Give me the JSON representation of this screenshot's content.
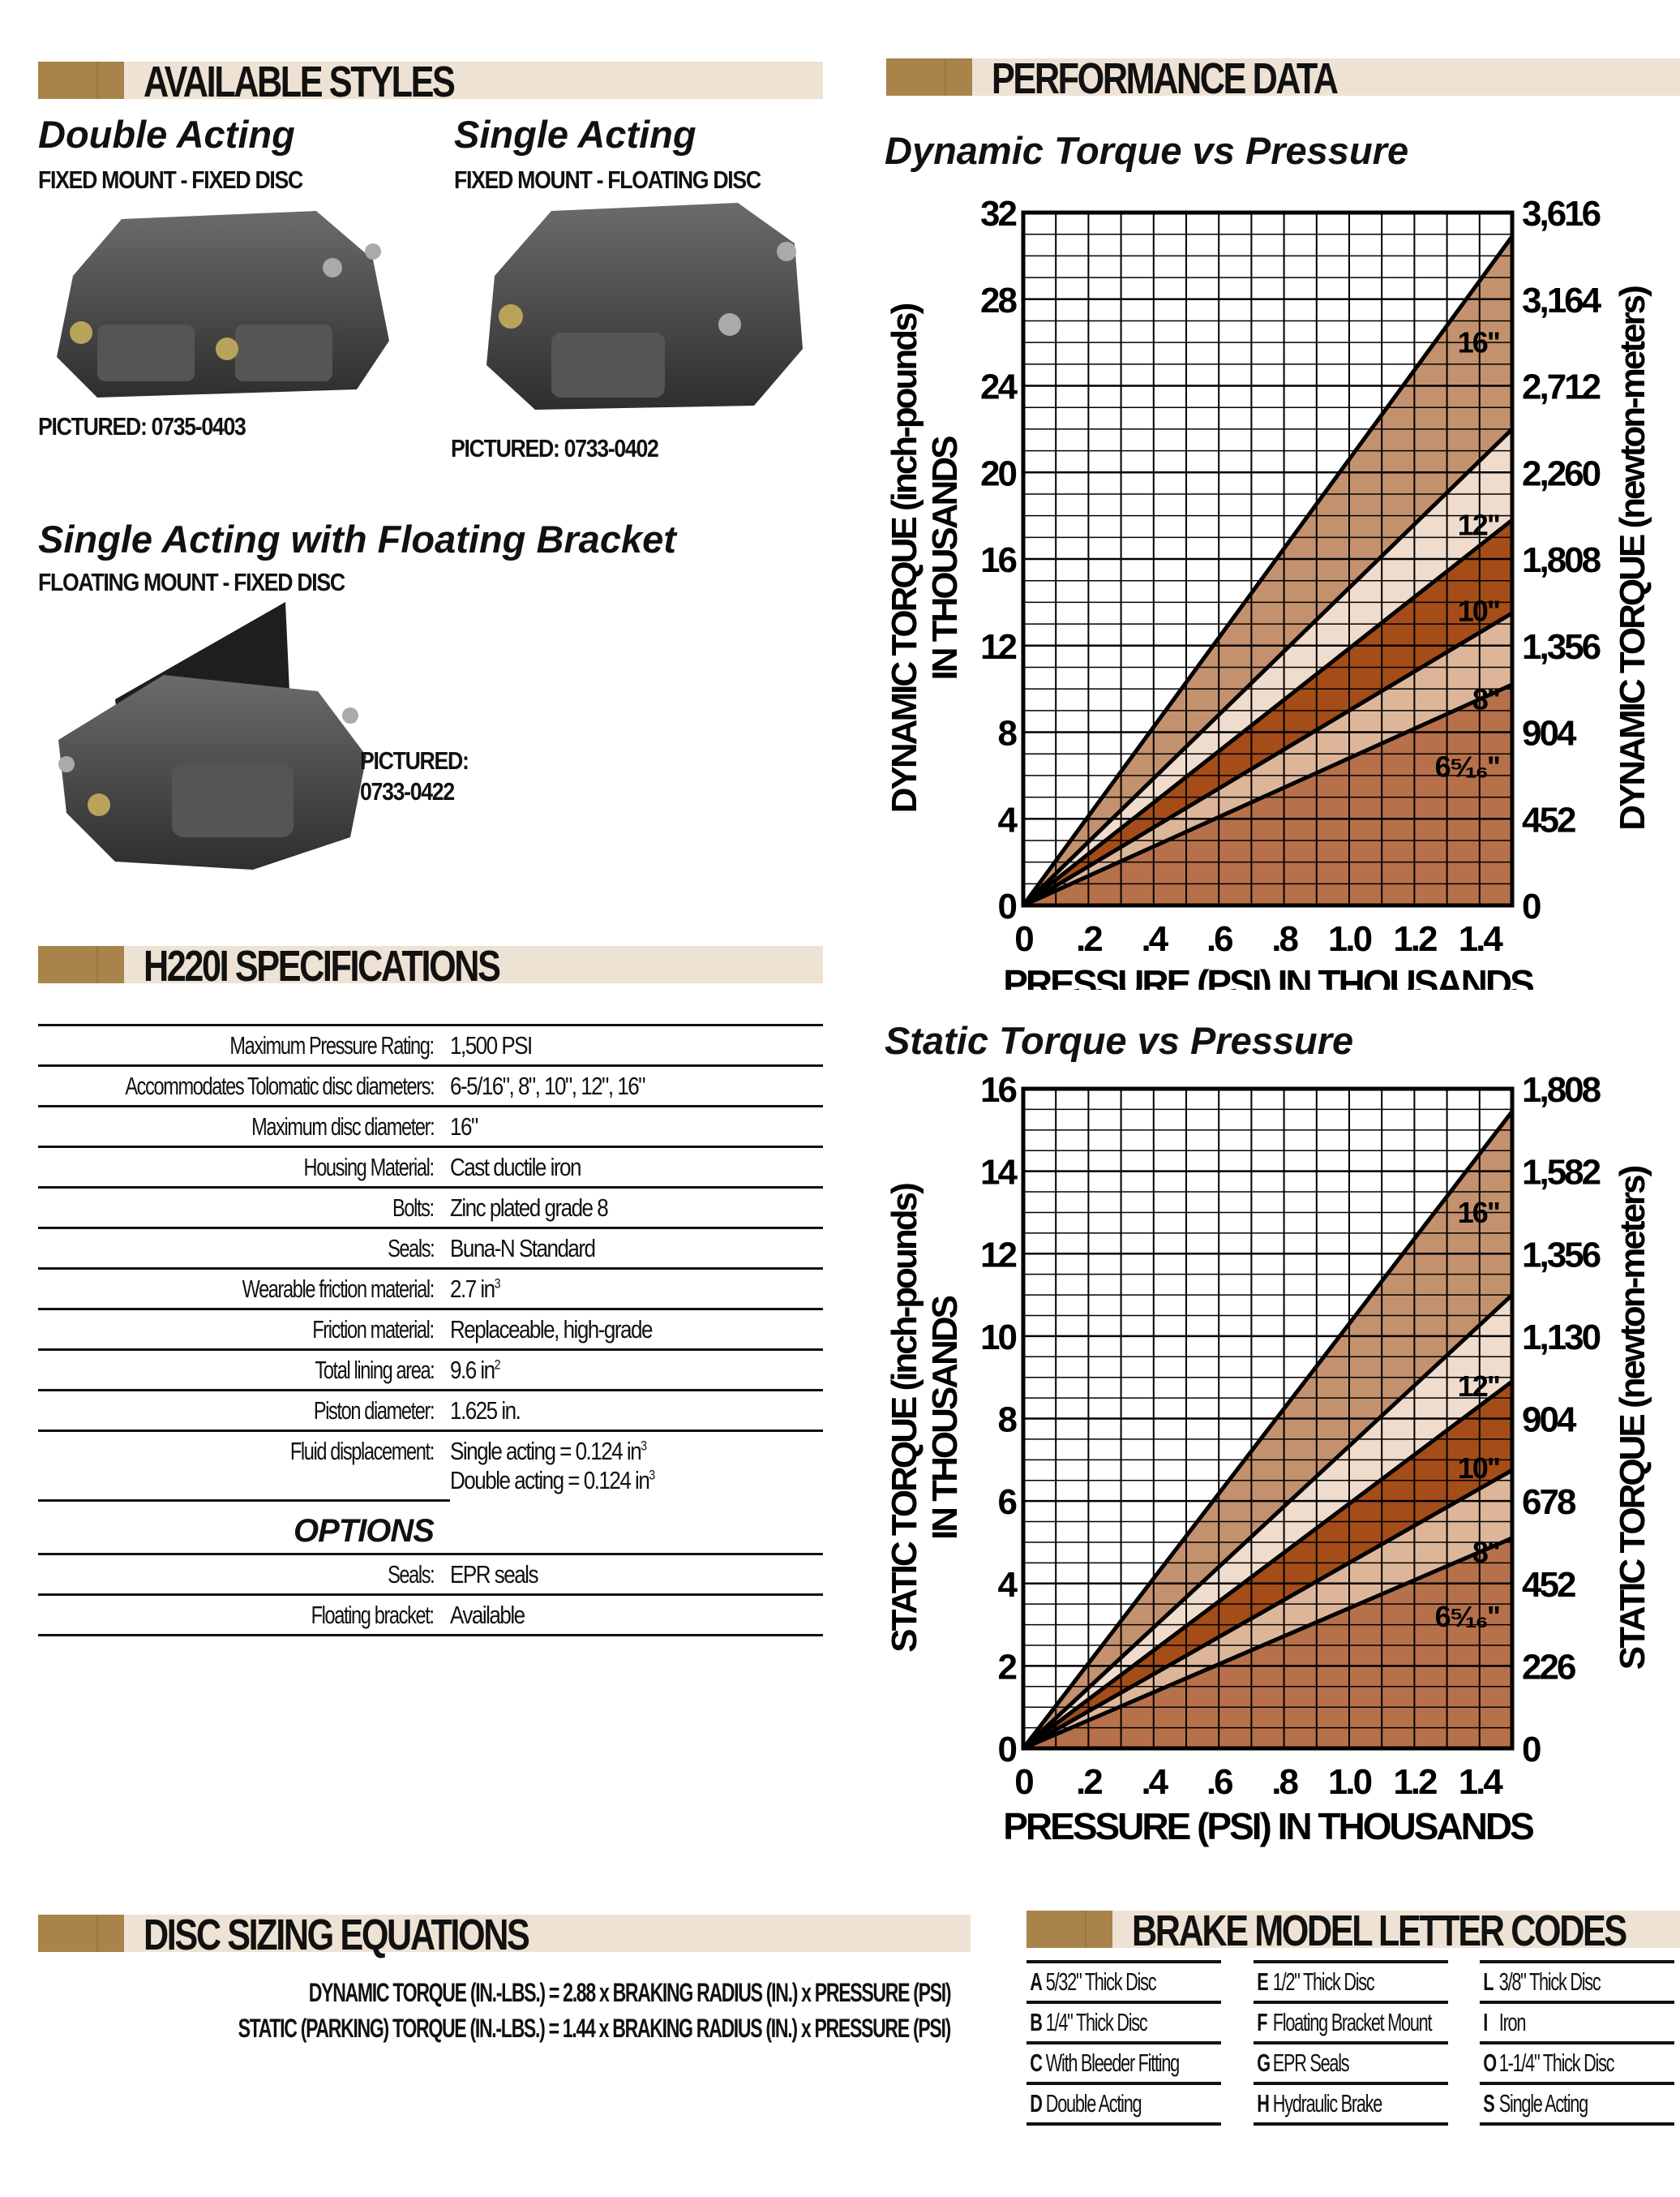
{
  "styles": {
    "header": "AVAILABLE STYLES",
    "items": [
      {
        "title": "Double Acting",
        "subtitle": "FIXED MOUNT - FIXED DISC",
        "pictured": "PICTURED:  0735-0403"
      },
      {
        "title": "Single Acting",
        "subtitle": "FIXED MOUNT - FLOATING DISC",
        "pictured": "PICTURED: 0733-0402"
      },
      {
        "title": "Single Acting with Floating Bracket",
        "subtitle": "FLOATING MOUNT - FIXED DISC",
        "pictured_label": "PICTURED:",
        "pictured_code": "0733-0422"
      }
    ]
  },
  "specs": {
    "header": "H220I SPECIFICATIONS",
    "rows": [
      {
        "label": "Maximum Pressure Rating:",
        "lines": [
          {
            "text": "1,500 PSI"
          }
        ]
      },
      {
        "label": "Accommodates Tolomatic disc diameters:",
        "lines": [
          {
            "text": "6-5/16\",  8\",  10\", 12\", 16\""
          }
        ]
      },
      {
        "label": "Maximum disc diameter:",
        "lines": [
          {
            "text": "16\""
          }
        ]
      },
      {
        "label": "Housing Material:",
        "lines": [
          {
            "text": "Cast ductile iron"
          }
        ]
      },
      {
        "label": "Bolts:",
        "lines": [
          {
            "text": "Zinc plated grade 8"
          }
        ]
      },
      {
        "label": "Seals:",
        "lines": [
          {
            "text": "Buna-N Standard"
          }
        ]
      },
      {
        "label": "Wearable friction material:",
        "lines": [
          {
            "text": "2.7 in",
            "sup": "3"
          }
        ]
      },
      {
        "label": "Friction material:",
        "lines": [
          {
            "text": "Replaceable, high-grade"
          }
        ]
      },
      {
        "label": "Total lining area:",
        "lines": [
          {
            "text": "9.6 in",
            "sup": "2"
          }
        ]
      },
      {
        "label": "Piston diameter:",
        "lines": [
          {
            "text": "1.625 in."
          }
        ]
      },
      {
        "label": "Fluid displacement:",
        "lines": [
          {
            "text": "Single acting = 0.124 in",
            "sup": "3"
          },
          {
            "text": "Double acting = 0.124 in",
            "sup": "3"
          }
        ]
      }
    ],
    "options_title": "OPTIONS",
    "options": [
      {
        "label": "Seals:",
        "lines": [
          {
            "text": "EPR seals"
          }
        ]
      },
      {
        "label": "Floating bracket:",
        "lines": [
          {
            "text": "Available"
          }
        ]
      }
    ]
  },
  "equations": {
    "header": "DISC SIZING EQUATIONS",
    "lines": [
      "DYNAMIC TORQUE (IN.-LBS.) =  2.88 x BRAKING RADIUS (IN.) x PRESSURE (PSI)",
      "STATIC (PARKING) TORQUE (IN.-LBS.) =  1.44 x BRAKING RADIUS (IN.) x PRESSURE (PSI)"
    ]
  },
  "codes": {
    "header": "BRAKE MODEL LETTER CODES",
    "columns": [
      [
        {
          "letter": "A",
          "text": "5/32\" Thick Disc"
        },
        {
          "letter": "B",
          "text": "1/4\" Thick Disc"
        },
        {
          "letter": "C",
          "text": "With Bleeder Fitting"
        },
        {
          "letter": "D",
          "text": "Double Acting"
        }
      ],
      [
        {
          "letter": "E",
          "text": "1/2\" Thick Disc"
        },
        {
          "letter": "F",
          "text": "Floating Bracket Mount"
        },
        {
          "letter": "G",
          "text": "EPR Seals"
        },
        {
          "letter": "H",
          "text": "Hydraulic Brake"
        }
      ],
      [
        {
          "letter": "L",
          "text": "3/8\" Thick Disc"
        },
        {
          "letter": "I",
          "text": "Iron"
        },
        {
          "letter": "O",
          "text": "1-1/4\" Thick Disc"
        },
        {
          "letter": "S",
          "text": "Single Acting"
        }
      ]
    ]
  },
  "performance": {
    "header": "PERFORMANCE DATA"
  },
  "colors": {
    "header_bar": "#ede2d3",
    "header_square": "#a8844a",
    "band_16": "#c4916e",
    "band_12": "#efdccd",
    "band_10": "#a44d18",
    "band_8": "#ddb69a",
    "band_6": "#b7714a"
  },
  "chart_data": [
    {
      "type": "line",
      "title": "Dynamic Torque vs Pressure",
      "xlabel": "PRESSURE (PSI) IN THOUSANDS",
      "ylabel": "DYNAMIC TORQUE (inch-pounds)",
      "ylabel2": "IN THOUSANDS",
      "ylabel_right": "DYNAMIC TORQUE (newton-meters)",
      "xlim": [
        0,
        1.5
      ],
      "ylim": [
        0,
        32
      ],
      "x_ticks": [
        "0",
        ".2",
        ".4",
        ".6",
        ".8",
        "1.0",
        "1.2",
        "1.4"
      ],
      "x_tick_values": [
        0,
        0.2,
        0.4,
        0.6,
        0.8,
        1.0,
        1.2,
        1.4
      ],
      "y_ticks": [
        "0",
        "4",
        "8",
        "12",
        "16",
        "20",
        "24",
        "28",
        "32"
      ],
      "y_tick_values": [
        0,
        4,
        8,
        12,
        16,
        20,
        24,
        28,
        32
      ],
      "y_right_ticks": [
        "0",
        "452",
        "904",
        "1,356",
        "1,808",
        "2,260",
        "2,712",
        "3,164",
        "3,616"
      ],
      "grid": true,
      "grid_x_step": 0.1,
      "grid_y_step": 1,
      "series": [
        {
          "name": "16\"",
          "x": [
            0,
            1.5
          ],
          "y": [
            0,
            30.9
          ]
        },
        {
          "name": "12\"",
          "x": [
            0,
            1.5
          ],
          "y": [
            0,
            22.0
          ]
        },
        {
          "name": "10\"",
          "x": [
            0,
            1.5
          ],
          "y": [
            0,
            17.8
          ]
        },
        {
          "name": "8\"",
          "x": [
            0,
            1.5
          ],
          "y": [
            0,
            13.5
          ]
        },
        {
          "name": "6⁵⁄₁₆\"",
          "x": [
            0,
            1.5
          ],
          "y": [
            0,
            10.2
          ]
        }
      ]
    },
    {
      "type": "line",
      "title": "Static Torque vs Pressure",
      "xlabel": "PRESSURE (PSI) IN THOUSANDS",
      "ylabel": "STATIC TORQUE (inch-pounds)",
      "ylabel2": "IN THOUSANDS",
      "ylabel_right": "STATIC TORQUE (newton-meters)",
      "xlim": [
        0,
        1.5
      ],
      "ylim": [
        0,
        16
      ],
      "x_ticks": [
        "0",
        ".2",
        ".4",
        ".6",
        ".8",
        "1.0",
        "1.2",
        "1.4"
      ],
      "x_tick_values": [
        0,
        0.2,
        0.4,
        0.6,
        0.8,
        1.0,
        1.2,
        1.4
      ],
      "y_ticks": [
        "0",
        "2",
        "4",
        "6",
        "8",
        "10",
        "12",
        "14",
        "16"
      ],
      "y_tick_values": [
        0,
        2,
        4,
        6,
        8,
        10,
        12,
        14,
        16
      ],
      "y_right_ticks": [
        "0",
        "226",
        "452",
        "678",
        "904",
        "1,130",
        "1,356",
        "1,582",
        "1,808"
      ],
      "grid": true,
      "grid_x_step": 0.1,
      "grid_y_step": 0.5,
      "series": [
        {
          "name": "16\"",
          "x": [
            0,
            1.5
          ],
          "y": [
            0,
            15.45
          ]
        },
        {
          "name": "12\"",
          "x": [
            0,
            1.5
          ],
          "y": [
            0,
            11.0
          ]
        },
        {
          "name": "10\"",
          "x": [
            0,
            1.5
          ],
          "y": [
            0,
            8.9
          ]
        },
        {
          "name": "8\"",
          "x": [
            0,
            1.5
          ],
          "y": [
            0,
            6.75
          ]
        },
        {
          "name": "6⁵⁄₁₆\"",
          "x": [
            0,
            1.5
          ],
          "y": [
            0,
            5.1
          ]
        }
      ]
    }
  ]
}
